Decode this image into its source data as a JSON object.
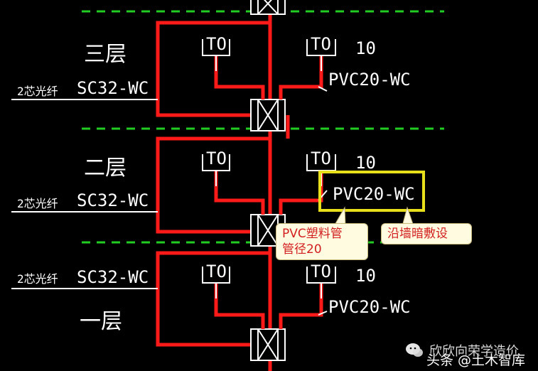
{
  "floors": [
    {
      "name": "三层",
      "cable_core": "2芯光纤",
      "cable_pipe": "SC32-WC",
      "outlet_left": "TO",
      "outlet_right": "TO",
      "count": "10",
      "branch_pipe": "PVC20-WC"
    },
    {
      "name": "二层",
      "cable_core": "2芯光纤",
      "cable_pipe": "SC32-WC",
      "outlet_left": "TO",
      "outlet_right": "TO",
      "count": "10",
      "branch_pipe": "PVC20-WC"
    },
    {
      "name": "一层",
      "cable_core": "2芯光纤",
      "cable_pipe": "SC32-WC",
      "outlet_left": "TO",
      "outlet_right": "TO",
      "count": "10",
      "branch_pipe": "PVC20-WC"
    }
  ],
  "annotations": {
    "pvc_note_line1": "PVC塑料管",
    "pvc_note_line2": "管径20",
    "wc_note": "沿墙暗敷设"
  },
  "watermark": {
    "line1": "欣欣向荣学造价",
    "line2": "头条 @土木智库"
  },
  "colors": {
    "background": "#000000",
    "riser": "#ff1a1a",
    "floor_line": "#22cc22",
    "highlight_box": "#e8e01a",
    "note_text": "#d21f1f"
  }
}
